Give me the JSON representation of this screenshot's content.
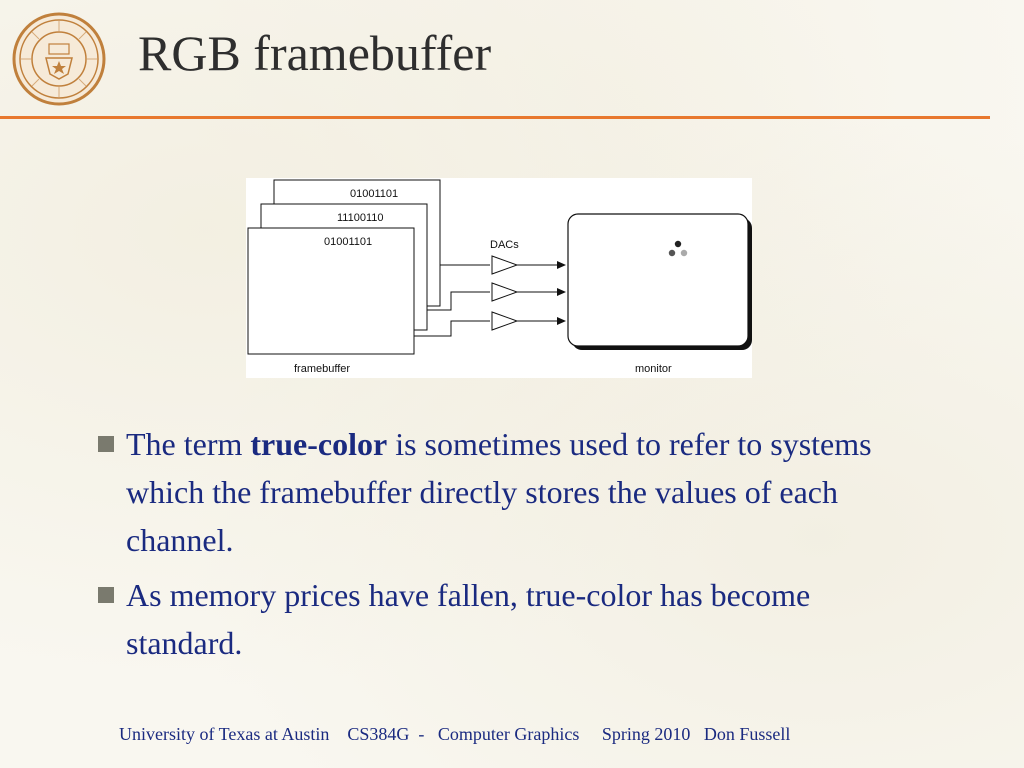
{
  "slide": {
    "title": "RGB framebuffer"
  },
  "diagram": {
    "bits_back": "01001101",
    "bits_middle": "11100110",
    "bits_front": "01001101",
    "dacs_label": "DACs",
    "framebuffer_label": "framebuffer",
    "monitor_label": "monitor"
  },
  "bullets": [
    {
      "pre": "The term ",
      "bold": "true-color",
      "post": " is sometimes used to refer to systems which the framebuffer directly stores the values of each channel."
    },
    {
      "text": "As memory prices have fallen, true-color has become standard."
    }
  ],
  "footer": {
    "text": "University of Texas at Austin    CS384G  -   Computer Graphics     Spring 2010   Don Fussell"
  },
  "colors": {
    "accent_rule": "#e8782e",
    "text_blue": "#1a2a80",
    "title": "#2e2e2e",
    "seal": "#c0803c"
  }
}
